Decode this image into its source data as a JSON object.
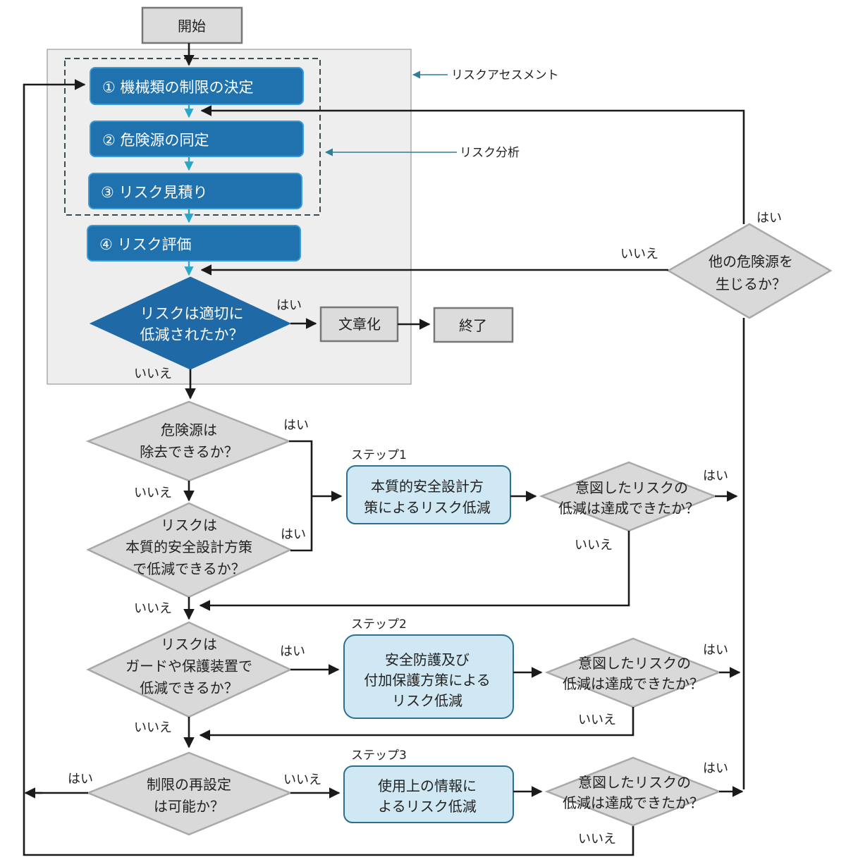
{
  "colors": {
    "assessment_panel": "#eeeeef",
    "process_blue": "#1f72ad",
    "process_blue_border": "#3a9bd6",
    "decision_gray": "#d9d9d9",
    "decision_gray_border": "#a9a9a9",
    "step_box_fill": "#cfe8f3",
    "step_box_border": "#2c6f8f",
    "terminal_fill": "#dcdcdc",
    "terminal_border": "#777777",
    "connector_cyan": "#2aa6c8",
    "line_dark": "#1a1a1a"
  },
  "nodes": {
    "start": "開始",
    "step_1": "① 機械類の制限の決定",
    "step_2": "② 危険源の同定",
    "step_3": "③ リスク見積り",
    "step_4": "④ リスク評価",
    "decision_reduced": [
      "リスクは適切に",
      "低減されたか？"
    ],
    "documentation": "文章化",
    "end": "終了",
    "decision_other_hazard": [
      "他の危険源を",
      "生じるか？"
    ],
    "decision_eliminate": [
      "危険源は",
      "除去できるか？"
    ],
    "decision_inherent": [
      "リスクは",
      "本質的安全設計方策",
      "で低減できるか？"
    ],
    "decision_guard": [
      "リスクは",
      "ガードや保護装置で",
      "低減できるか？"
    ],
    "decision_reset_limits": [
      "制限の再設定",
      "は可能か？"
    ],
    "step1_label": "ステップ1",
    "step1_box": [
      "本質的安全設計方",
      "策によるリスク低減"
    ],
    "step2_label": "ステップ2",
    "step2_box": [
      "安全防護及び",
      "付加保護方策による",
      "リスク低減"
    ],
    "step3_label": "ステップ3",
    "step3_box": [
      "使用上の情報に",
      "よるリスク低減"
    ],
    "decision_achieved": [
      "意図したリスクの",
      "低減は達成できたか？"
    ]
  },
  "annotations": {
    "risk_assessment": "リスクアセスメント",
    "risk_analysis": "リスク分析"
  },
  "branch_labels": {
    "yes": "はい",
    "no": "いいえ"
  }
}
